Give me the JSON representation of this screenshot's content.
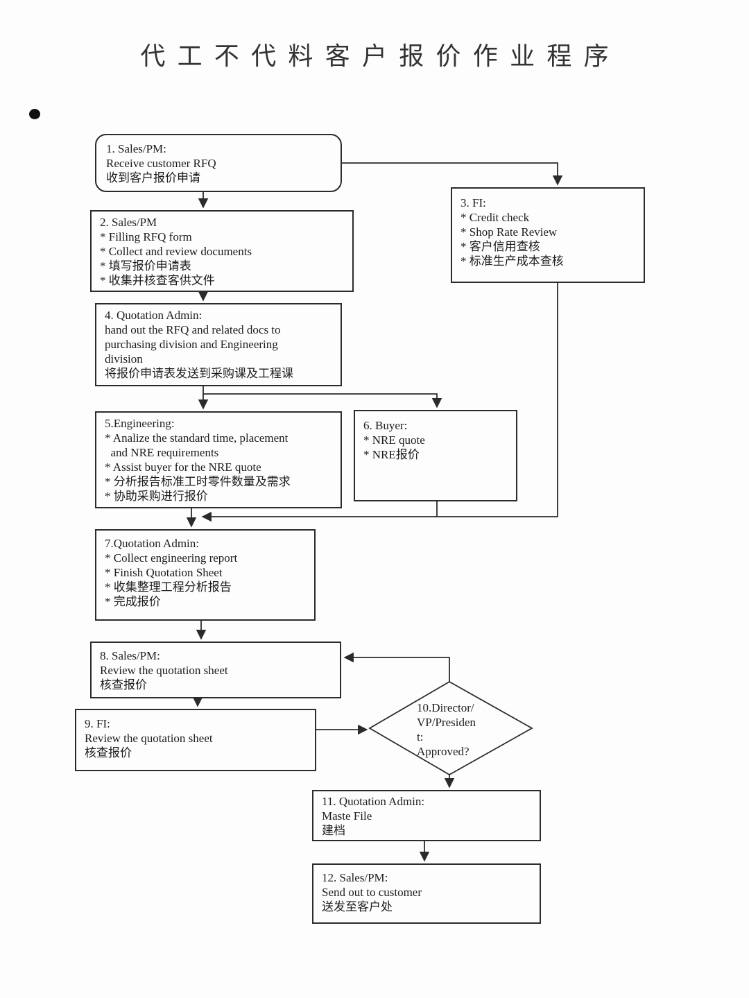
{
  "page": {
    "title": "代工不代料客户报价作业程序"
  },
  "colors": {
    "ink": "#2b2b2b",
    "background": "#fdfdfd"
  },
  "nodes": {
    "n1": {
      "shape": "rounded-start",
      "lines": [
        "1. Sales/PM:",
        "Receive customer RFQ",
        "收到客户报价申请"
      ]
    },
    "n2": {
      "shape": "process",
      "lines": [
        "2. Sales/PM",
        "* Filling RFQ form",
        "* Collect and review documents",
        "* 填写报价申请表",
        "* 收集并核查客供文件"
      ]
    },
    "n3": {
      "shape": "process",
      "lines": [
        "3. FI:",
        "* Credit check",
        "* Shop Rate Review",
        "* 客户信用查核",
        "* 标准生产成本查核"
      ]
    },
    "n4": {
      "shape": "process",
      "lines": [
        "4. Quotation Admin:",
        "hand out the RFQ and related docs to",
        "purchasing division and Engineering",
        "division",
        "将报价申请表发送到采购课及工程课"
      ]
    },
    "n5": {
      "shape": "process",
      "lines": [
        "5.Engineering:",
        "* Analize the standard time, placement",
        "  and NRE requirements",
        "* Assist buyer for the NRE quote",
        "* 分析报告标准工时零件数量及需求",
        "* 协助采购进行报价"
      ]
    },
    "n6": {
      "shape": "process",
      "lines": [
        "6. Buyer:",
        "* NRE quote",
        "* NRE报价"
      ]
    },
    "n7": {
      "shape": "process",
      "lines": [
        "7.Quotation Admin:",
        "* Collect engineering report",
        "* Finish Quotation Sheet",
        "* 收集整理工程分析报告",
        "* 完成报价"
      ]
    },
    "n8": {
      "shape": "process",
      "lines": [
        "8. Sales/PM:",
        "Review the quotation sheet",
        "核查报价"
      ]
    },
    "n9": {
      "shape": "process",
      "lines": [
        "9. FI:",
        "Review the quotation sheet",
        "核查报价"
      ]
    },
    "n10": {
      "shape": "decision",
      "lines": [
        "10.Director/",
        "VP/Presiden",
        "t:",
        "Approved?"
      ]
    },
    "n11": {
      "shape": "process",
      "lines": [
        "11. Quotation Admin:",
        "Maste File",
        "建档"
      ]
    },
    "n12": {
      "shape": "process",
      "lines": [
        "12. Sales/PM:",
        "Send out to customer",
        "送发至客户处"
      ]
    }
  }
}
